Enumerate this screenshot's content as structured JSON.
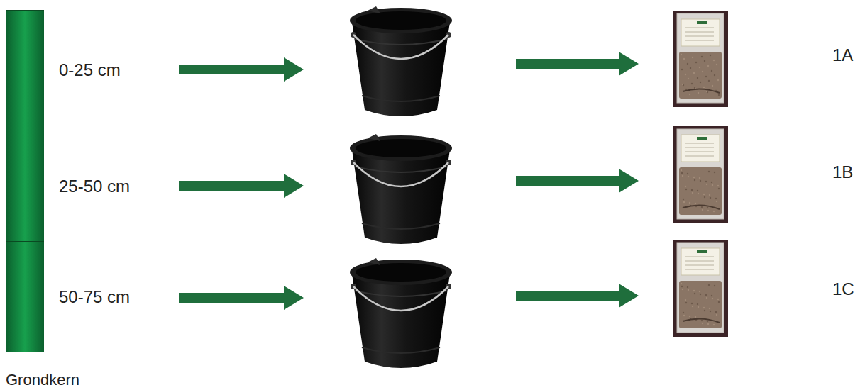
{
  "diagram": {
    "nodes": [
      {
        "text": [
          "Grondkern"
        ]
      },
      {
        "text": [
          "0-25 cm"
        ],
        "in": 0
      },
      {
        "text": [
          "25-50 cm"
        ],
        "in": 0
      },
      {
        "text": [
          "50-75 cm"
        ],
        "in": 0
      },
      {
        "text": [
          "1A"
        ]
      },
      {
        "text": [
          "1B"
        ]
      },
      {
        "text": [
          "1C"
        ]
      }
    ]
  }
}
